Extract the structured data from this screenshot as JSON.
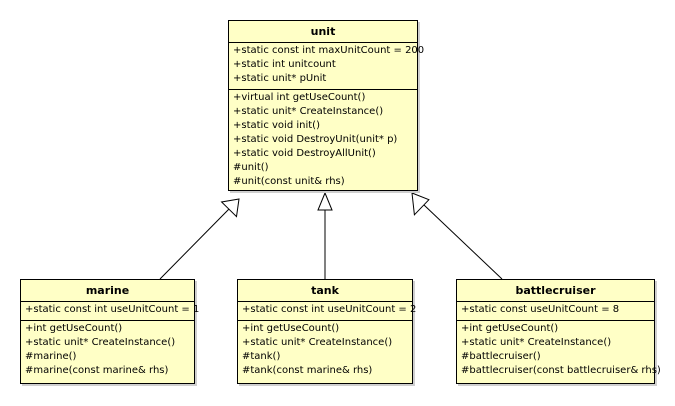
{
  "classes": [
    {
      "id": "unit",
      "name": "unit",
      "attributes": [
        "+static const int maxUnitCount = 200",
        "+static int unitcount",
        "+static unit* pUnit"
      ],
      "operations": [
        "+virtual int getUseCount()",
        "+static unit* CreateInstance()",
        "+static void init()",
        "+static void DestroyUnit(unit* p)",
        "+static void DestroyAllUnit()",
        "#unit()",
        "#unit(const unit& rhs)"
      ]
    },
    {
      "id": "marine",
      "name": "marine",
      "attributes": [
        "+static const int useUnitCount = 1"
      ],
      "operations": [
        "+int getUseCount()",
        "+static unit* CreateInstance()",
        "#marine()",
        "#marine(const marine& rhs)"
      ]
    },
    {
      "id": "tank",
      "name": "tank",
      "attributes": [
        "+static const int useUnitCount = 2"
      ],
      "operations": [
        "+int getUseCount()",
        "+static unit* CreateInstance()",
        "#tank()",
        "#tank(const marine& rhs)"
      ]
    },
    {
      "id": "battlecruiser",
      "name": "battlecruiser",
      "attributes": [
        "+static const useUnitCount = 8"
      ],
      "operations": [
        "+int getUseCount()",
        "+static unit* CreateInstance()",
        "#battlecruiser()",
        "#battlecruiser(const battlecruiser& rhs)"
      ]
    }
  ],
  "relations": [
    {
      "type": "generalization",
      "from": "marine",
      "to": "unit"
    },
    {
      "type": "generalization",
      "from": "tank",
      "to": "unit"
    },
    {
      "type": "generalization",
      "from": "battlecruiser",
      "to": "unit"
    }
  ],
  "colors": {
    "class_fill": "#ffffc6",
    "line": "#000000"
  }
}
